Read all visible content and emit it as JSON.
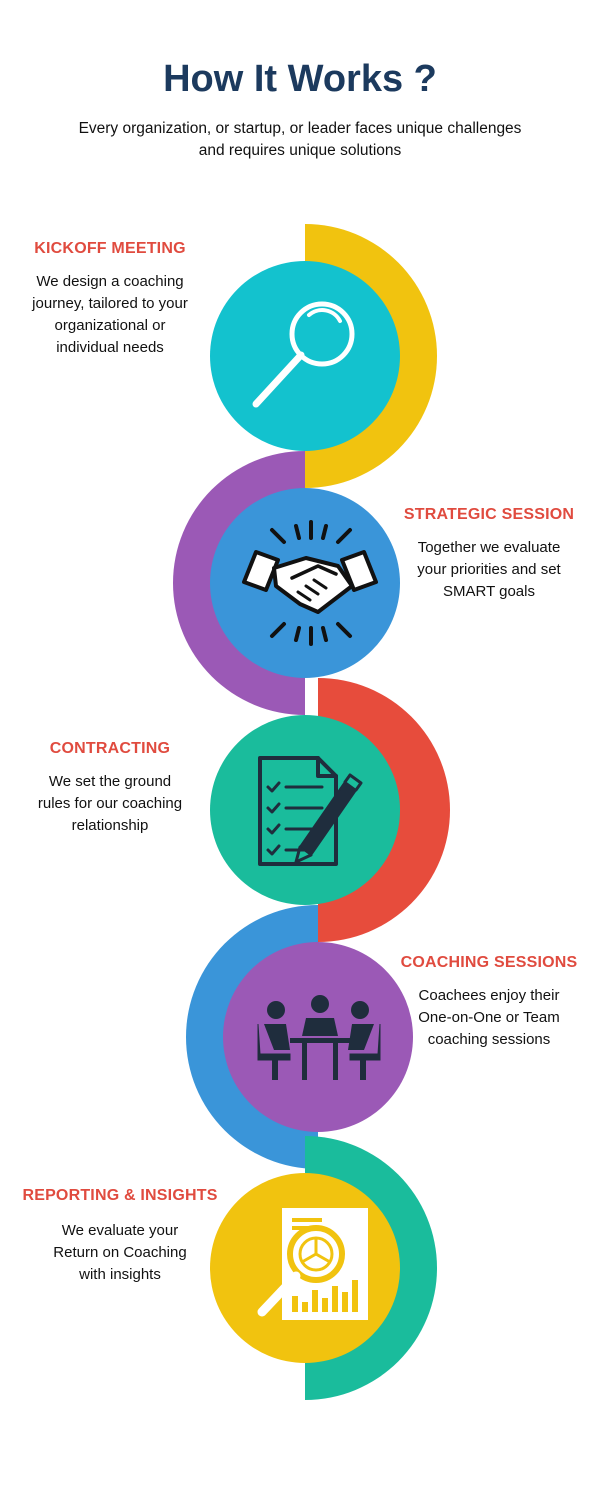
{
  "header": {
    "title": "How It Works ?",
    "subtitle_line1": "Every organization, or startup, or leader faces unique challenges",
    "subtitle_line2": "and requires unique solutions"
  },
  "colors": {
    "title": "#1c3a5e",
    "step_title": "#e04b3f",
    "yellow": "#f1c30f",
    "cyan": "#13c2ce",
    "purple": "#9b59b6",
    "blue": "#3a95d9",
    "red": "#e74c3c",
    "teal": "#1abc9c",
    "icon_dark": "#1f2d3d"
  },
  "steps": [
    {
      "title": "KICKOFF MEETING",
      "desc": [
        "We design a coaching",
        "journey, tailored to your",
        "organizational or",
        "individual needs"
      ],
      "icon": "magnifier-icon"
    },
    {
      "title": "STRATEGIC SESSION",
      "desc": [
        "Together we evaluate",
        "your priorities and set",
        "SMART goals"
      ],
      "icon": "handshake-icon"
    },
    {
      "title": "CONTRACTING",
      "desc": [
        "We set the ground",
        "rules for our coaching",
        "relationship"
      ],
      "icon": "contract-icon"
    },
    {
      "title": "COACHING SESSIONS",
      "desc": [
        "Coachees enjoy their",
        "One-on-One  or Team",
        "coaching sessions"
      ],
      "icon": "meeting-icon"
    },
    {
      "title": "REPORTING & INSIGHTS",
      "desc": [
        "We evaluate your",
        "Return on Coaching",
        "with insights"
      ],
      "icon": "report-icon"
    }
  ]
}
